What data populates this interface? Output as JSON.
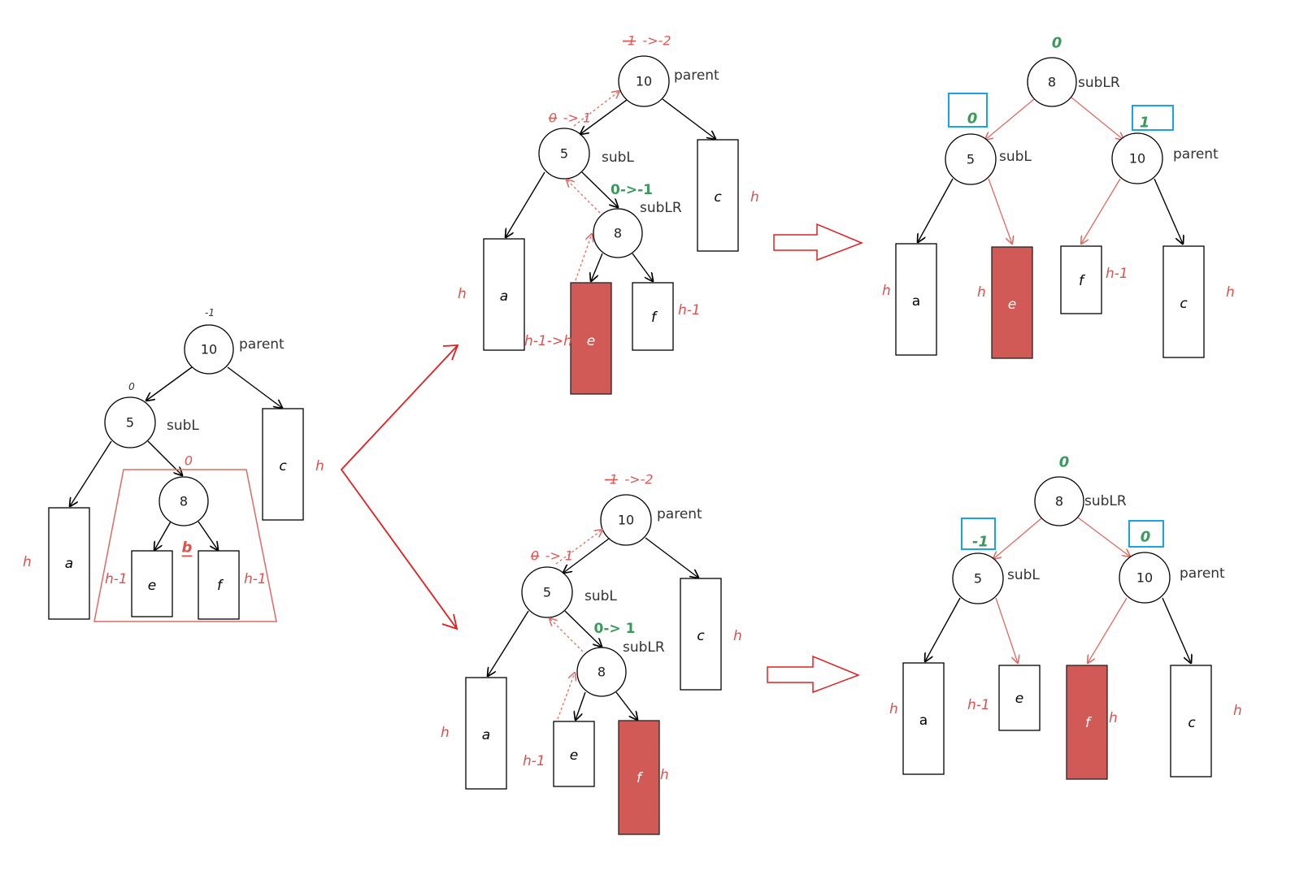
{
  "nodes": {
    "n10": "10",
    "n5": "5",
    "n8": "8"
  },
  "roles": {
    "parent": "parent",
    "subL": "subL",
    "subLR": "subLR"
  },
  "subtrees": {
    "a": "a",
    "b": "b",
    "c": "c",
    "e": "e",
    "f": "f"
  },
  "heights": {
    "h": "h",
    "h_minus_1": "h-1",
    "e_change": "h-1->h"
  },
  "balance_factors": {
    "minus_1": "-1",
    "zero": "0",
    "one": "1",
    "parent_change_old": "-1",
    "parent_change_new": "->-2",
    "subL_change_old": "0",
    "subL_change_new": "-> 1",
    "subLR_change_case1": "0->-1",
    "subLR_change_case2": "0->  1"
  },
  "colors": {
    "red_fill": "#d15a56",
    "red_line": "#e06a62",
    "green": "#3a9a5b",
    "blue": "#1aa3e8",
    "black": "#000000"
  }
}
